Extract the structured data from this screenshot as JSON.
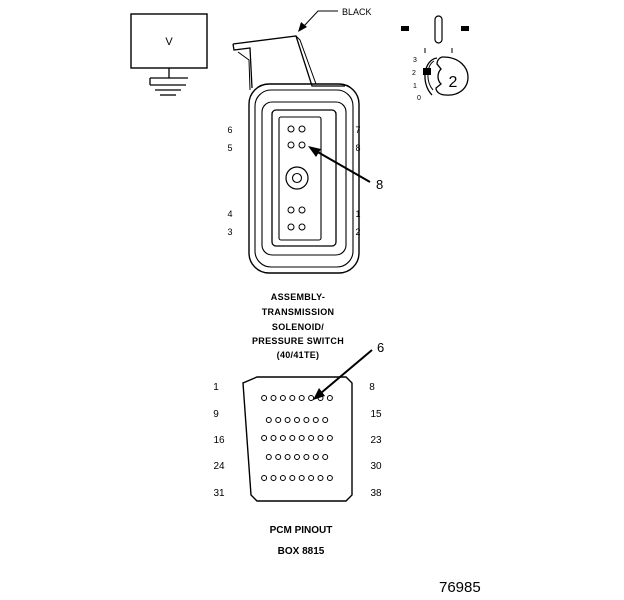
{
  "meter": {
    "label": "V"
  },
  "wire_label": "BLACK",
  "connector": {
    "pins_left": [
      "6",
      "5",
      "4",
      "3"
    ],
    "pins_right": [
      "7",
      "8",
      "1",
      "2"
    ],
    "callout": "8",
    "caption_lines": [
      "ASSEMBLY-",
      "TRANSMISSION",
      "SOLENOID/",
      "PRESSURE SWITCH",
      "(40/41TE)"
    ]
  },
  "breakout_box": {
    "selector_position": "2",
    "switch_positions": [
      "3",
      "2",
      "1",
      "0"
    ]
  },
  "pcm": {
    "callout": "6",
    "row_labels_left": [
      "1",
      "9",
      "16",
      "24",
      "31"
    ],
    "row_labels_right": [
      "8",
      "15",
      "23",
      "30",
      "38"
    ],
    "row_counts": [
      8,
      7,
      8,
      7,
      8
    ],
    "caption_lines": [
      "PCM PINOUT",
      "BOX 8815"
    ]
  },
  "figure_number": "76985"
}
